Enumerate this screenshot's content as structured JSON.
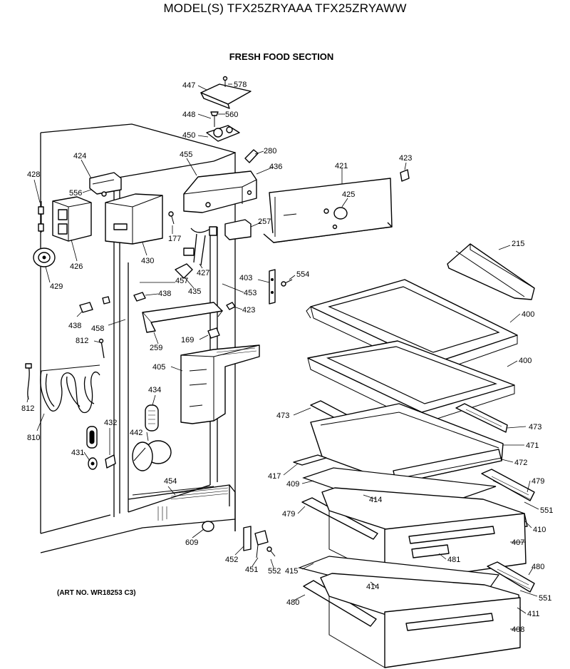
{
  "header": {
    "title": "MODEL(S) TFX25ZRYAAA  TFX25ZRYAWW",
    "section": "FRESH FOOD SECTION",
    "art_no": "(ART NO. WR18253 C3)"
  },
  "parts": [
    {
      "id": "p447",
      "label": "447"
    },
    {
      "id": "p578",
      "label": "578"
    },
    {
      "id": "p448",
      "label": "448"
    },
    {
      "id": "p560",
      "label": "560"
    },
    {
      "id": "p450",
      "label": "450"
    },
    {
      "id": "p280",
      "label": "280"
    },
    {
      "id": "p424",
      "label": "424"
    },
    {
      "id": "p455",
      "label": "455"
    },
    {
      "id": "p436",
      "label": "436"
    },
    {
      "id": "p421",
      "label": "421"
    },
    {
      "id": "p423a",
      "label": "423"
    },
    {
      "id": "p428",
      "label": "428"
    },
    {
      "id": "p556",
      "label": "556"
    },
    {
      "id": "p425",
      "label": "425"
    },
    {
      "id": "p177",
      "label": "177"
    },
    {
      "id": "p257",
      "label": "257"
    },
    {
      "id": "p426",
      "label": "426"
    },
    {
      "id": "p430",
      "label": "430"
    },
    {
      "id": "p427",
      "label": "427"
    },
    {
      "id": "p429",
      "label": "429"
    },
    {
      "id": "p457",
      "label": "457"
    },
    {
      "id": "p435",
      "label": "435"
    },
    {
      "id": "p403",
      "label": "403"
    },
    {
      "id": "p554",
      "label": "554"
    },
    {
      "id": "p215",
      "label": "215"
    },
    {
      "id": "p438a",
      "label": "438"
    },
    {
      "id": "p453",
      "label": "453"
    },
    {
      "id": "p423b",
      "label": "423"
    },
    {
      "id": "p400a",
      "label": "400"
    },
    {
      "id": "p438b",
      "label": "438"
    },
    {
      "id": "p458",
      "label": "458"
    },
    {
      "id": "p169",
      "label": "169"
    },
    {
      "id": "p812a",
      "label": "812"
    },
    {
      "id": "p259",
      "label": "259"
    },
    {
      "id": "p400b",
      "label": "400"
    },
    {
      "id": "p405",
      "label": "405"
    },
    {
      "id": "p434",
      "label": "434"
    },
    {
      "id": "p812b",
      "label": "812"
    },
    {
      "id": "p473a",
      "label": "473"
    },
    {
      "id": "p473b",
      "label": "473"
    },
    {
      "id": "p432",
      "label": "432"
    },
    {
      "id": "p810",
      "label": "810"
    },
    {
      "id": "p442",
      "label": "442"
    },
    {
      "id": "p471",
      "label": "471"
    },
    {
      "id": "p431",
      "label": "431"
    },
    {
      "id": "p472",
      "label": "472"
    },
    {
      "id": "p417",
      "label": "417"
    },
    {
      "id": "p454",
      "label": "454"
    },
    {
      "id": "p479a",
      "label": "479"
    },
    {
      "id": "p409",
      "label": "409"
    },
    {
      "id": "p414a",
      "label": "414"
    },
    {
      "id": "p551a",
      "label": "551"
    },
    {
      "id": "p479b",
      "label": "479"
    },
    {
      "id": "p410",
      "label": "410"
    },
    {
      "id": "p609",
      "label": "609"
    },
    {
      "id": "p407",
      "label": "407"
    },
    {
      "id": "p481",
      "label": "481"
    },
    {
      "id": "p452",
      "label": "452"
    },
    {
      "id": "p451",
      "label": "451"
    },
    {
      "id": "p552",
      "label": "552"
    },
    {
      "id": "p415",
      "label": "415"
    },
    {
      "id": "p480a",
      "label": "480"
    },
    {
      "id": "p414b",
      "label": "414"
    },
    {
      "id": "p551b",
      "label": "551"
    },
    {
      "id": "p480b",
      "label": "480"
    },
    {
      "id": "p411",
      "label": "411"
    },
    {
      "id": "p408",
      "label": "408"
    }
  ]
}
